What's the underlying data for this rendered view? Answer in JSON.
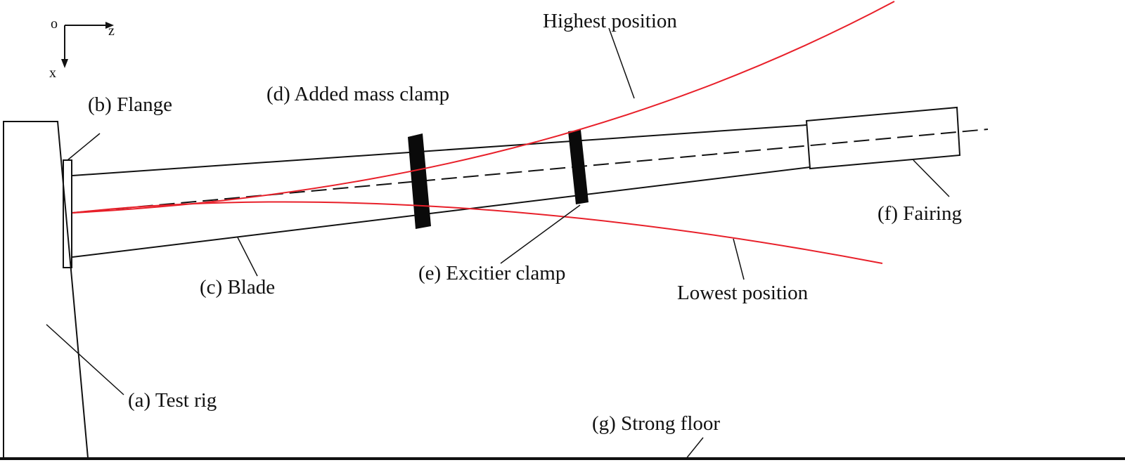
{
  "axes": {
    "origin": "o",
    "horizontal": "z",
    "vertical": "x"
  },
  "labels": {
    "test_rig": "(a)  Test rig",
    "flange": "(b)  Flange",
    "blade": "(c) Blade",
    "added_mass": "(d)  Added mass  clamp",
    "exciter": "(e)  Excitier clamp",
    "fairing": "(f)  Fairing",
    "strong_floor": "(g)  Strong floor",
    "highest": "Highest position",
    "lowest": "Lowest position"
  },
  "colors": {
    "line": "#111111",
    "deflection": "#e8202a",
    "clamp": "#0a0a0a"
  }
}
